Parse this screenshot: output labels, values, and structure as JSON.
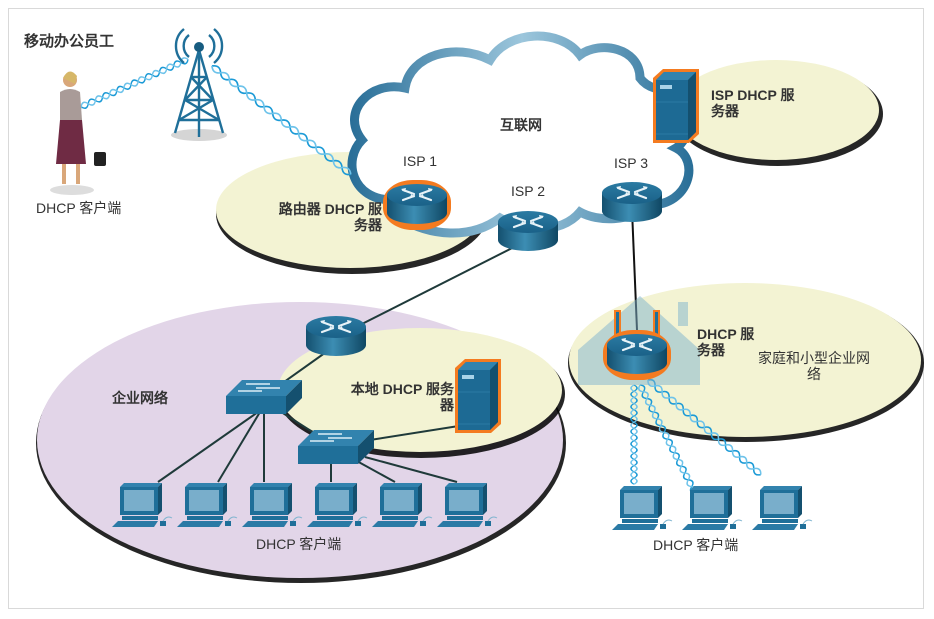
{
  "diagram": {
    "title": "移动办公员工",
    "internet_label": "互联网",
    "isp_routers": [
      {
        "label": "ISP 1"
      },
      {
        "label": "ISP 2"
      },
      {
        "label": "ISP 3"
      }
    ],
    "mobile": {
      "client_label": "DHCP 客户端"
    },
    "router_dhcp_server": {
      "line1": "路由器 DHCP 服",
      "line2": "务器"
    },
    "isp_dhcp_server": {
      "line1": "ISP DHCP 服",
      "line2": "务器"
    },
    "enterprise": {
      "network_label": "企业网络",
      "local_server_line1": "本地 DHCP 服务",
      "local_server_line2": "器",
      "client_label": "DHCP 客户端",
      "client_count": 6
    },
    "home": {
      "server_line1": "DHCP 服",
      "server_line2": "务器",
      "network_line1": "家庭和小型企业网",
      "network_line2": "络",
      "client_label": "DHCP 客户端",
      "client_count": 3
    },
    "colors": {
      "device_blue": "#1f6f99",
      "highlight_orange": "#f47b20",
      "zone_cream": "#f3f3d3",
      "zone_lavender": "#e2d5e8",
      "cloud_stroke": "#3d86b0",
      "wireless": "#1b9ad6",
      "link": "#1f3a3a"
    }
  }
}
